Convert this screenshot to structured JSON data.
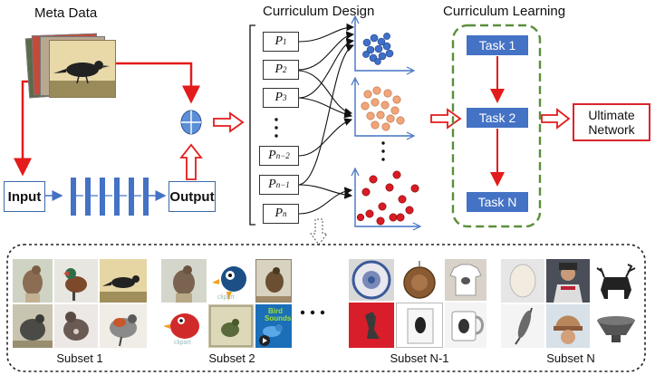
{
  "sections": {
    "meta_data": "Meta Data",
    "curriculum_design": "Curriculum  Design",
    "curriculum_learning": "Curriculum  Learning"
  },
  "pipeline": {
    "input": "Input",
    "output": "Output",
    "ultimate_line1": "Ultimate",
    "ultimate_line2": "Network"
  },
  "partitions": [
    {
      "base": "P",
      "sub": "1"
    },
    {
      "base": "P",
      "sub": "2"
    },
    {
      "base": "P",
      "sub": "3"
    },
    {
      "base": "P",
      "sub": "n−2"
    },
    {
      "base": "P",
      "sub": "n−1"
    },
    {
      "base": "P",
      "sub": "n"
    }
  ],
  "tasks": [
    "Task 1",
    "Task 2",
    "Task N"
  ],
  "subsets": [
    "Subset 1",
    "Subset 2",
    "Subset N-1",
    "Subset N"
  ],
  "thumbnail_text": {
    "bird_sounds_line1": "Bird",
    "bird_sounds_line2": "Sounds",
    "clipart": "clipart"
  },
  "colors": {
    "arrow_red": "#e31b1b",
    "cnn_blue": "#4472c4",
    "task_blue": "#4472c4",
    "dashed_green": "#5a8f3a",
    "dots_blue": "#3f6fc9",
    "dots_orange": "#f2a57a",
    "dots_red": "#d91b23"
  }
}
